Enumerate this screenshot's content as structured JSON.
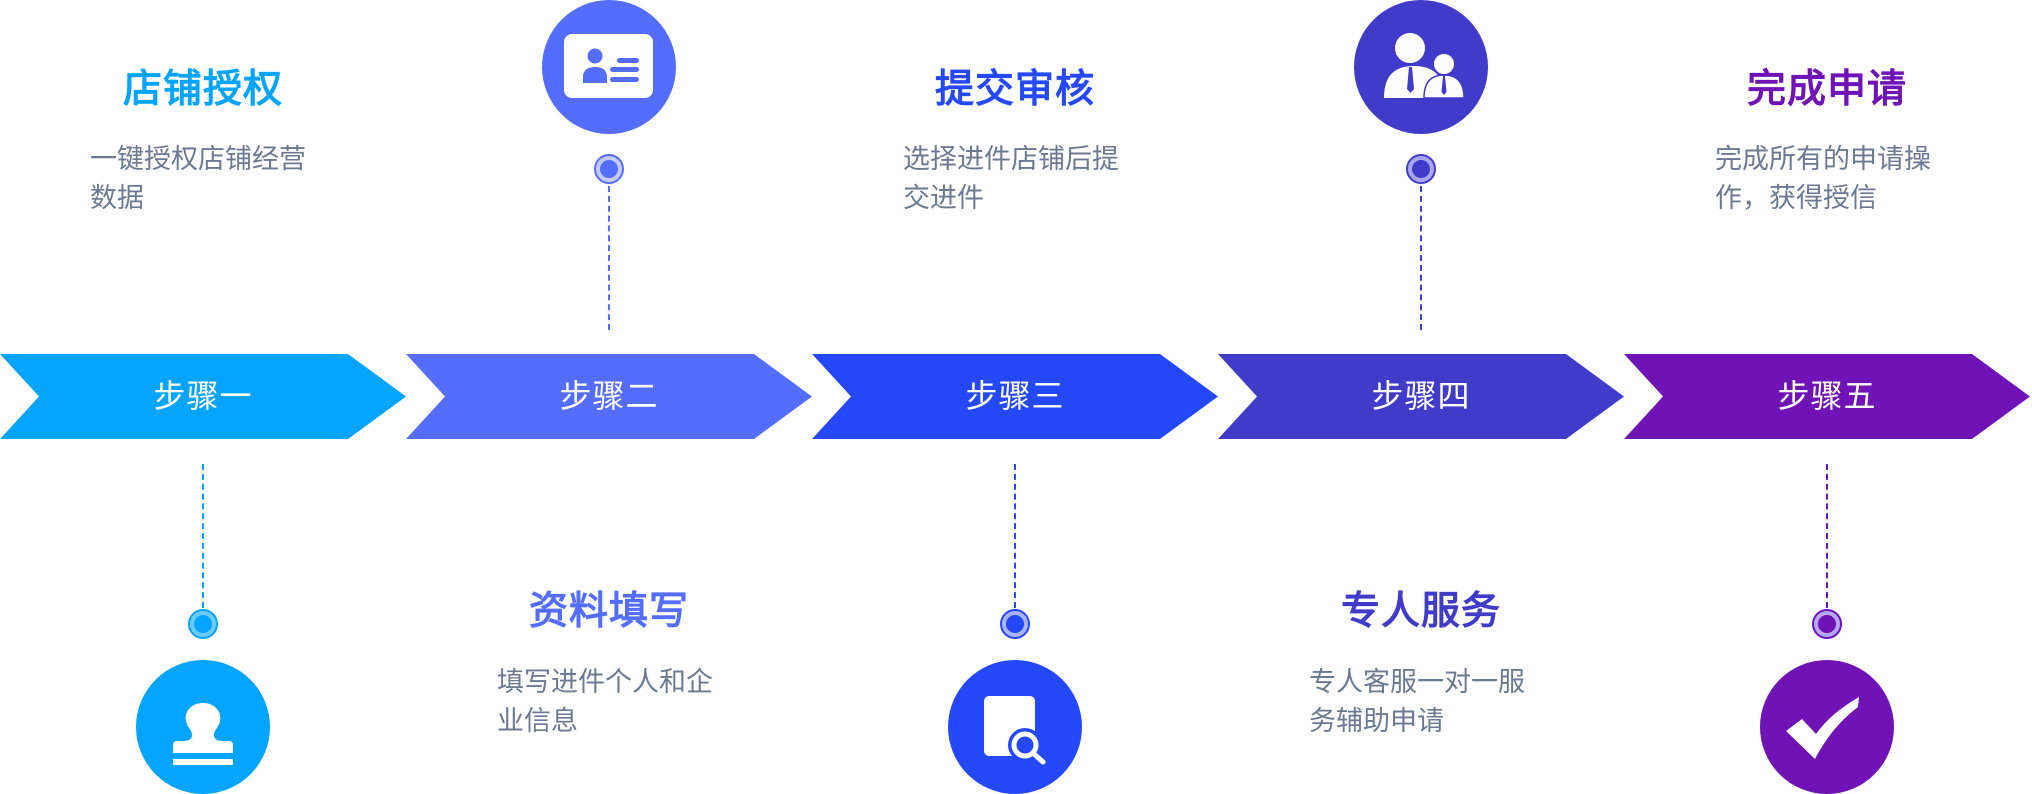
{
  "steps": [
    {
      "label": "步骤一",
      "title": "店铺授权",
      "desc_line1": "一键授权店铺经营",
      "desc_line2": "数据",
      "icon": "stamp-icon",
      "color": "#05a4fe",
      "dot_fill": "#6fcbff"
    },
    {
      "label": "步骤二",
      "title": "资料填写",
      "desc_line1": "填写进件个人和企",
      "desc_line2": "业信息",
      "icon": "id-card-icon",
      "color": "#556dfe",
      "dot_fill": "#c3cbff"
    },
    {
      "label": "步骤三",
      "title": "提交审核",
      "desc_line1": "选择进件店铺后提",
      "desc_line2": "交进件",
      "icon": "document-search-icon",
      "color": "#2549fa",
      "dot_fill": "#a9b6ff"
    },
    {
      "label": "步骤四",
      "title": "专人服务",
      "desc_line1": "专人客服一对一服",
      "desc_line2": "务辅助申请",
      "icon": "customer-service-icon",
      "color": "#413bca",
      "dot_fill": "#aaa6f2"
    },
    {
      "label": "步骤五",
      "title": "完成申请",
      "desc_line1": "完成所有的申请操",
      "desc_line2": "作，获得授信",
      "icon": "checkmark-icon",
      "color": "#6f12b6",
      "dot_fill": "#b3a8f4"
    }
  ]
}
